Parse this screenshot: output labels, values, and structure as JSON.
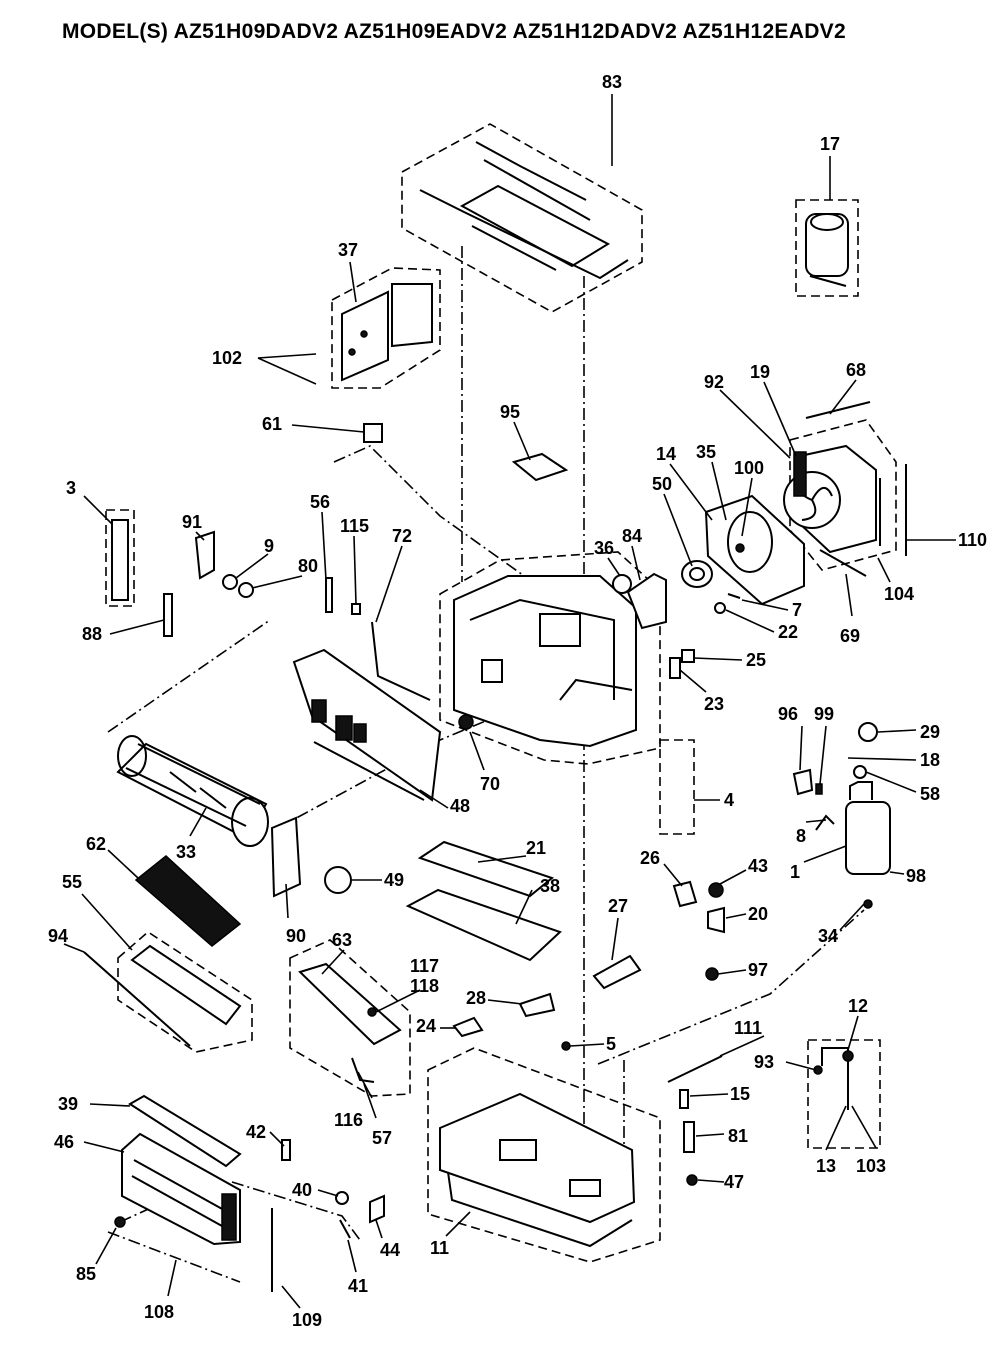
{
  "title": "MODEL(S) AZ51H09DADV2  AZ51H09EADV2  AZ51H12DADV2  AZ51H12EADV2",
  "diagram": {
    "labels": [
      "83",
      "17",
      "37",
      "102",
      "61",
      "95",
      "92",
      "19",
      "68",
      "14",
      "35",
      "100",
      "3",
      "91",
      "56",
      "115",
      "72",
      "9",
      "80",
      "50",
      "36",
      "84",
      "110",
      "104",
      "88",
      "7",
      "22",
      "69",
      "25",
      "23",
      "70",
      "96",
      "99",
      "29",
      "18",
      "58",
      "4",
      "48",
      "33",
      "62",
      "55",
      "21",
      "49",
      "26",
      "43",
      "8",
      "1",
      "98",
      "38",
      "20",
      "34",
      "27",
      "97",
      "94",
      "90",
      "63",
      "117",
      "118",
      "28",
      "24",
      "5",
      "12",
      "111",
      "93",
      "15",
      "39",
      "116",
      "57",
      "42",
      "81",
      "13",
      "103",
      "46",
      "40",
      "47",
      "44",
      "11",
      "85",
      "41",
      "108",
      "109"
    ]
  }
}
